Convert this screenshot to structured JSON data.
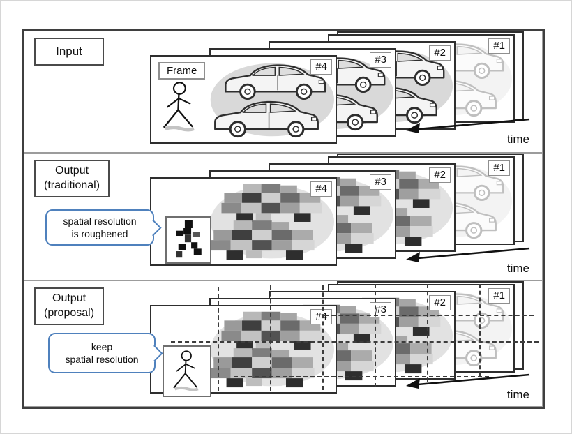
{
  "panels": [
    {
      "id": "input",
      "label_lines": [
        "Input"
      ],
      "frame_label": "Frame",
      "frames": [
        "#4",
        "#3",
        "#2",
        "#1"
      ],
      "time_label": "time"
    },
    {
      "id": "output_traditional",
      "label_lines": [
        "Output",
        "(traditional)"
      ],
      "callout_lines": [
        "spatial resolution",
        "is roughened"
      ],
      "frames": [
        "#4",
        "#3",
        "#2",
        "#1"
      ],
      "time_label": "time"
    },
    {
      "id": "output_proposal",
      "label_lines": [
        "Output",
        "(proposal)"
      ],
      "callout_lines": [
        "keep",
        "spatial resolution"
      ],
      "frames": [
        "#4",
        "#3",
        "#2",
        "#1"
      ],
      "time_label": "time"
    }
  ],
  "colors": {
    "outer_border": "#3f3f3f",
    "section_border": "#9c9c9c",
    "frame_border": "#2e2e2e",
    "callout_border": "#4f81bd",
    "text": "#111111"
  },
  "icons": {
    "time_arrow": "left-pointing-arrow",
    "walker": "walking-person-figure",
    "cars": "two-parked-cars-drawing",
    "pixelated_cars": "pixelated-mosaic-cars",
    "pixelated_walker": "pixelated-mosaic-person"
  }
}
